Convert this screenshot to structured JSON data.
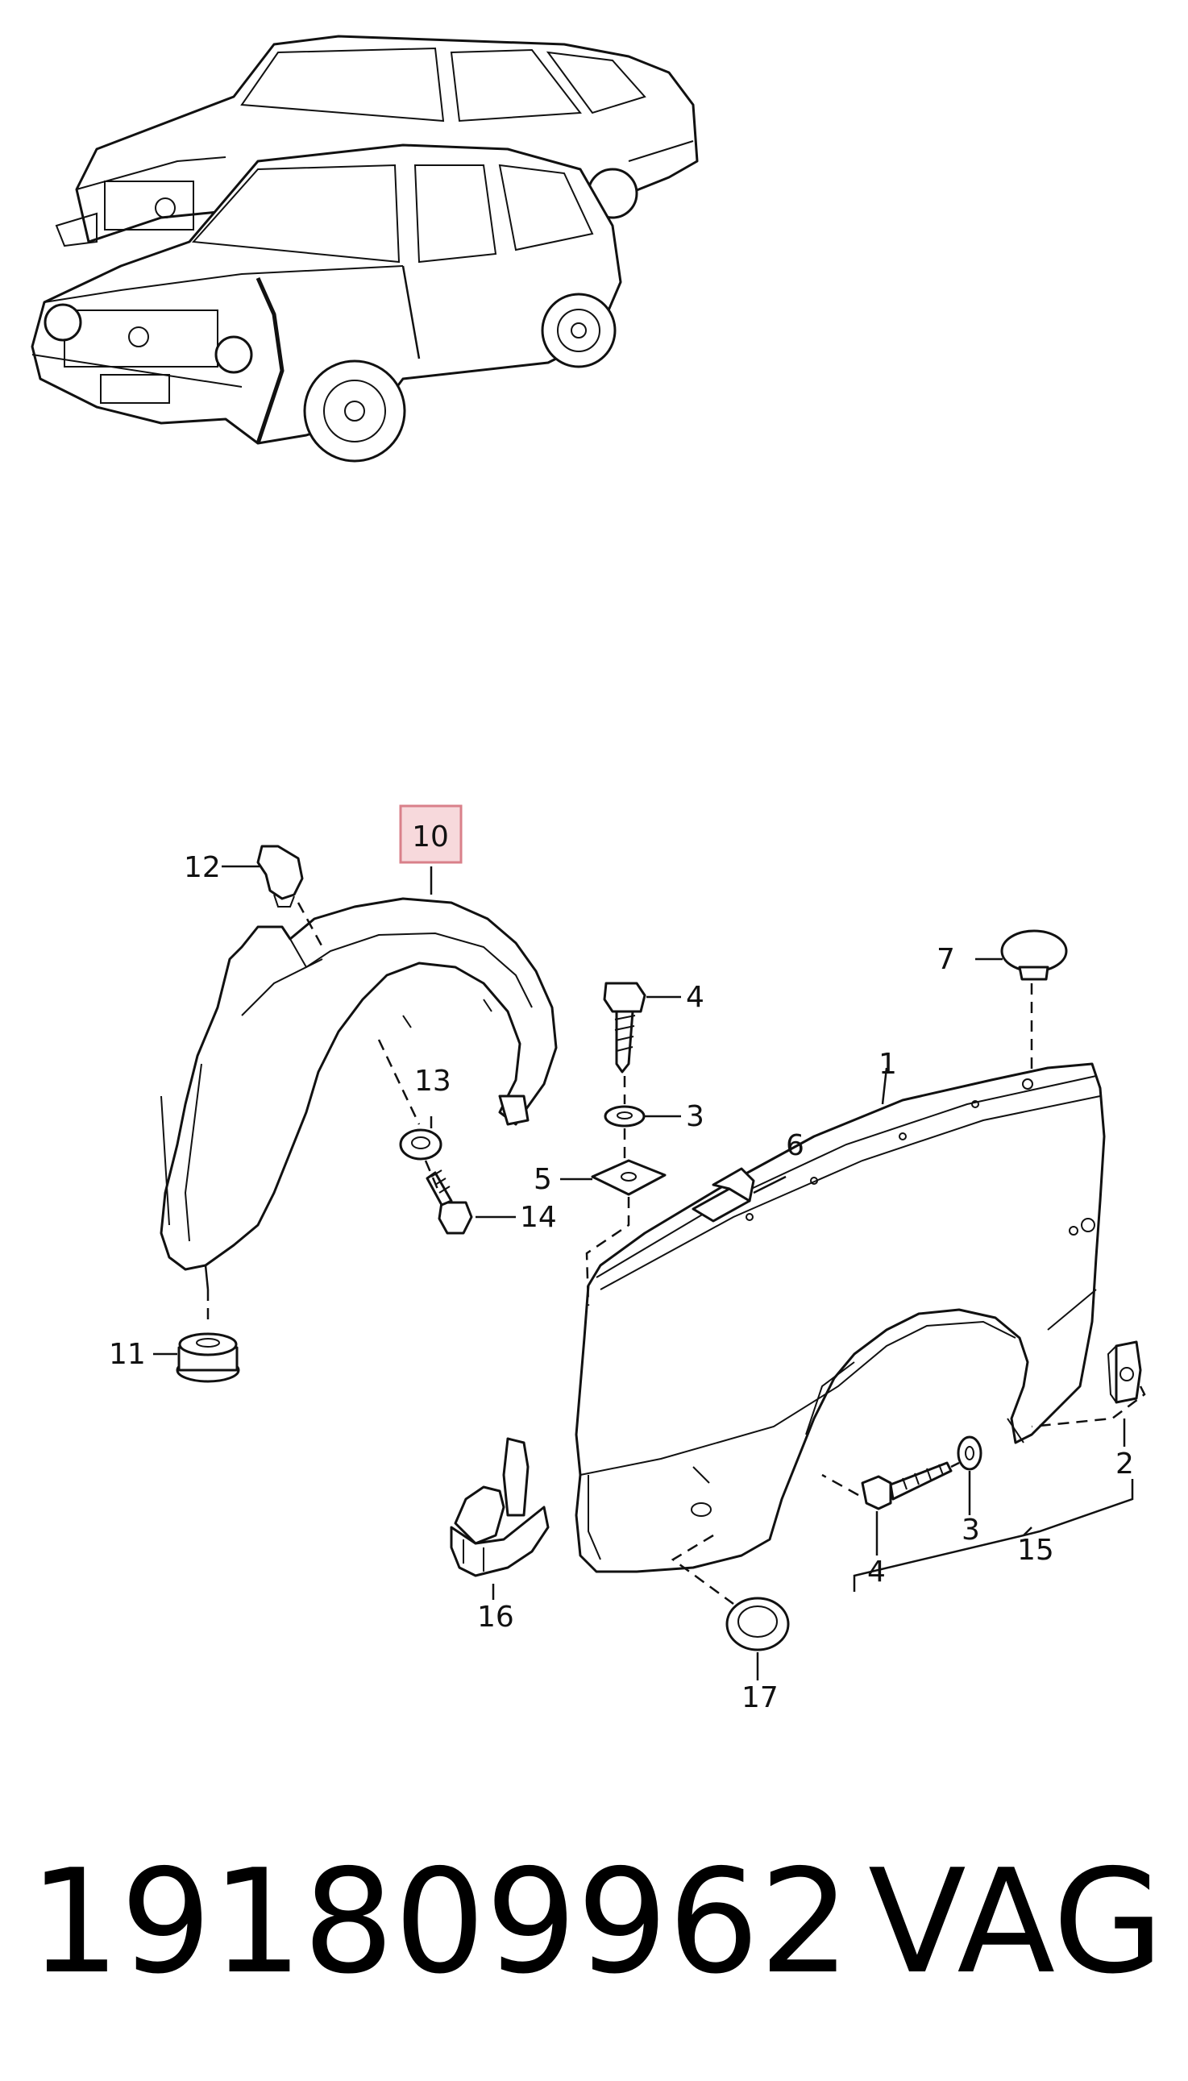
{
  "callouts": {
    "c1": "1",
    "c2": "2",
    "c3a": "3",
    "c3b": "3",
    "c4a": "4",
    "c4b": "4",
    "c5": "5",
    "c6": "6",
    "c7": "7",
    "c10": "10",
    "c11": "11",
    "c12": "12",
    "c13": "13",
    "c14": "14",
    "c15": "15",
    "c16": "16",
    "c17": "17"
  },
  "highlight": {
    "callout": "10",
    "color": "#f7d9dc",
    "border": "#d9808a"
  },
  "footer": {
    "part_number": "191809962",
    "brand": "VAG"
  }
}
